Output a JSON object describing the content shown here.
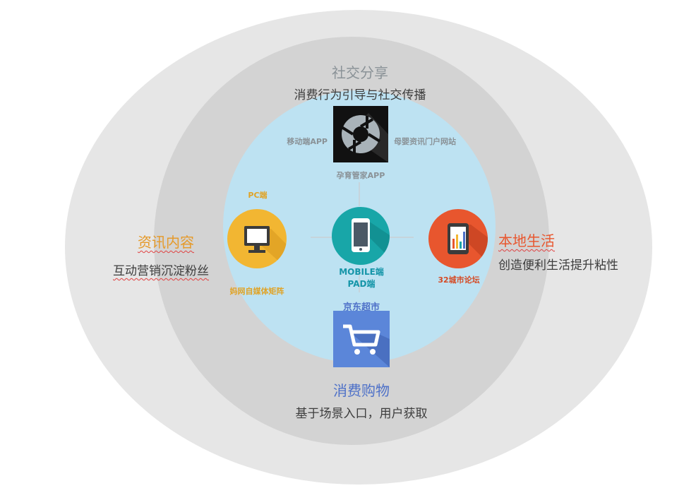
{
  "colors": {
    "outer": "#e6e6e6",
    "inner": "#d3d3d3",
    "center": "#bde2f2",
    "teal": "#18a6a8",
    "orange": "#e8562e",
    "yellow": "#f2b632",
    "blue": "#4d70c8",
    "gray_text": "#8a9297"
  },
  "top": {
    "title": "社交分享",
    "subtitle": "消费行为引导与社交传播",
    "left_label": "移动端APP",
    "right_label": "母婴资讯门户网站",
    "bottom_label": "孕育管家APP",
    "icon": "camera-aperture-icon"
  },
  "left": {
    "title": "资讯内容",
    "subtitle": "互动营销沉淀粉丝",
    "top_label": "PC端",
    "bottom_label": "妈网自媒体矩阵",
    "icon": "desktop-computer-icon"
  },
  "center": {
    "line1": "MOBILE端",
    "line2": "PAD端",
    "icon": "smartphone-icon"
  },
  "right": {
    "title": "本地生活",
    "subtitle": "创造便利生活提升粘性",
    "bottom_label": "32城市论坛",
    "icon": "tablet-chart-icon"
  },
  "bottom": {
    "top_label": "京东超市",
    "title": "消费购物",
    "subtitle": "基于场景入口，用户获取",
    "icon": "shopping-cart-icon"
  }
}
